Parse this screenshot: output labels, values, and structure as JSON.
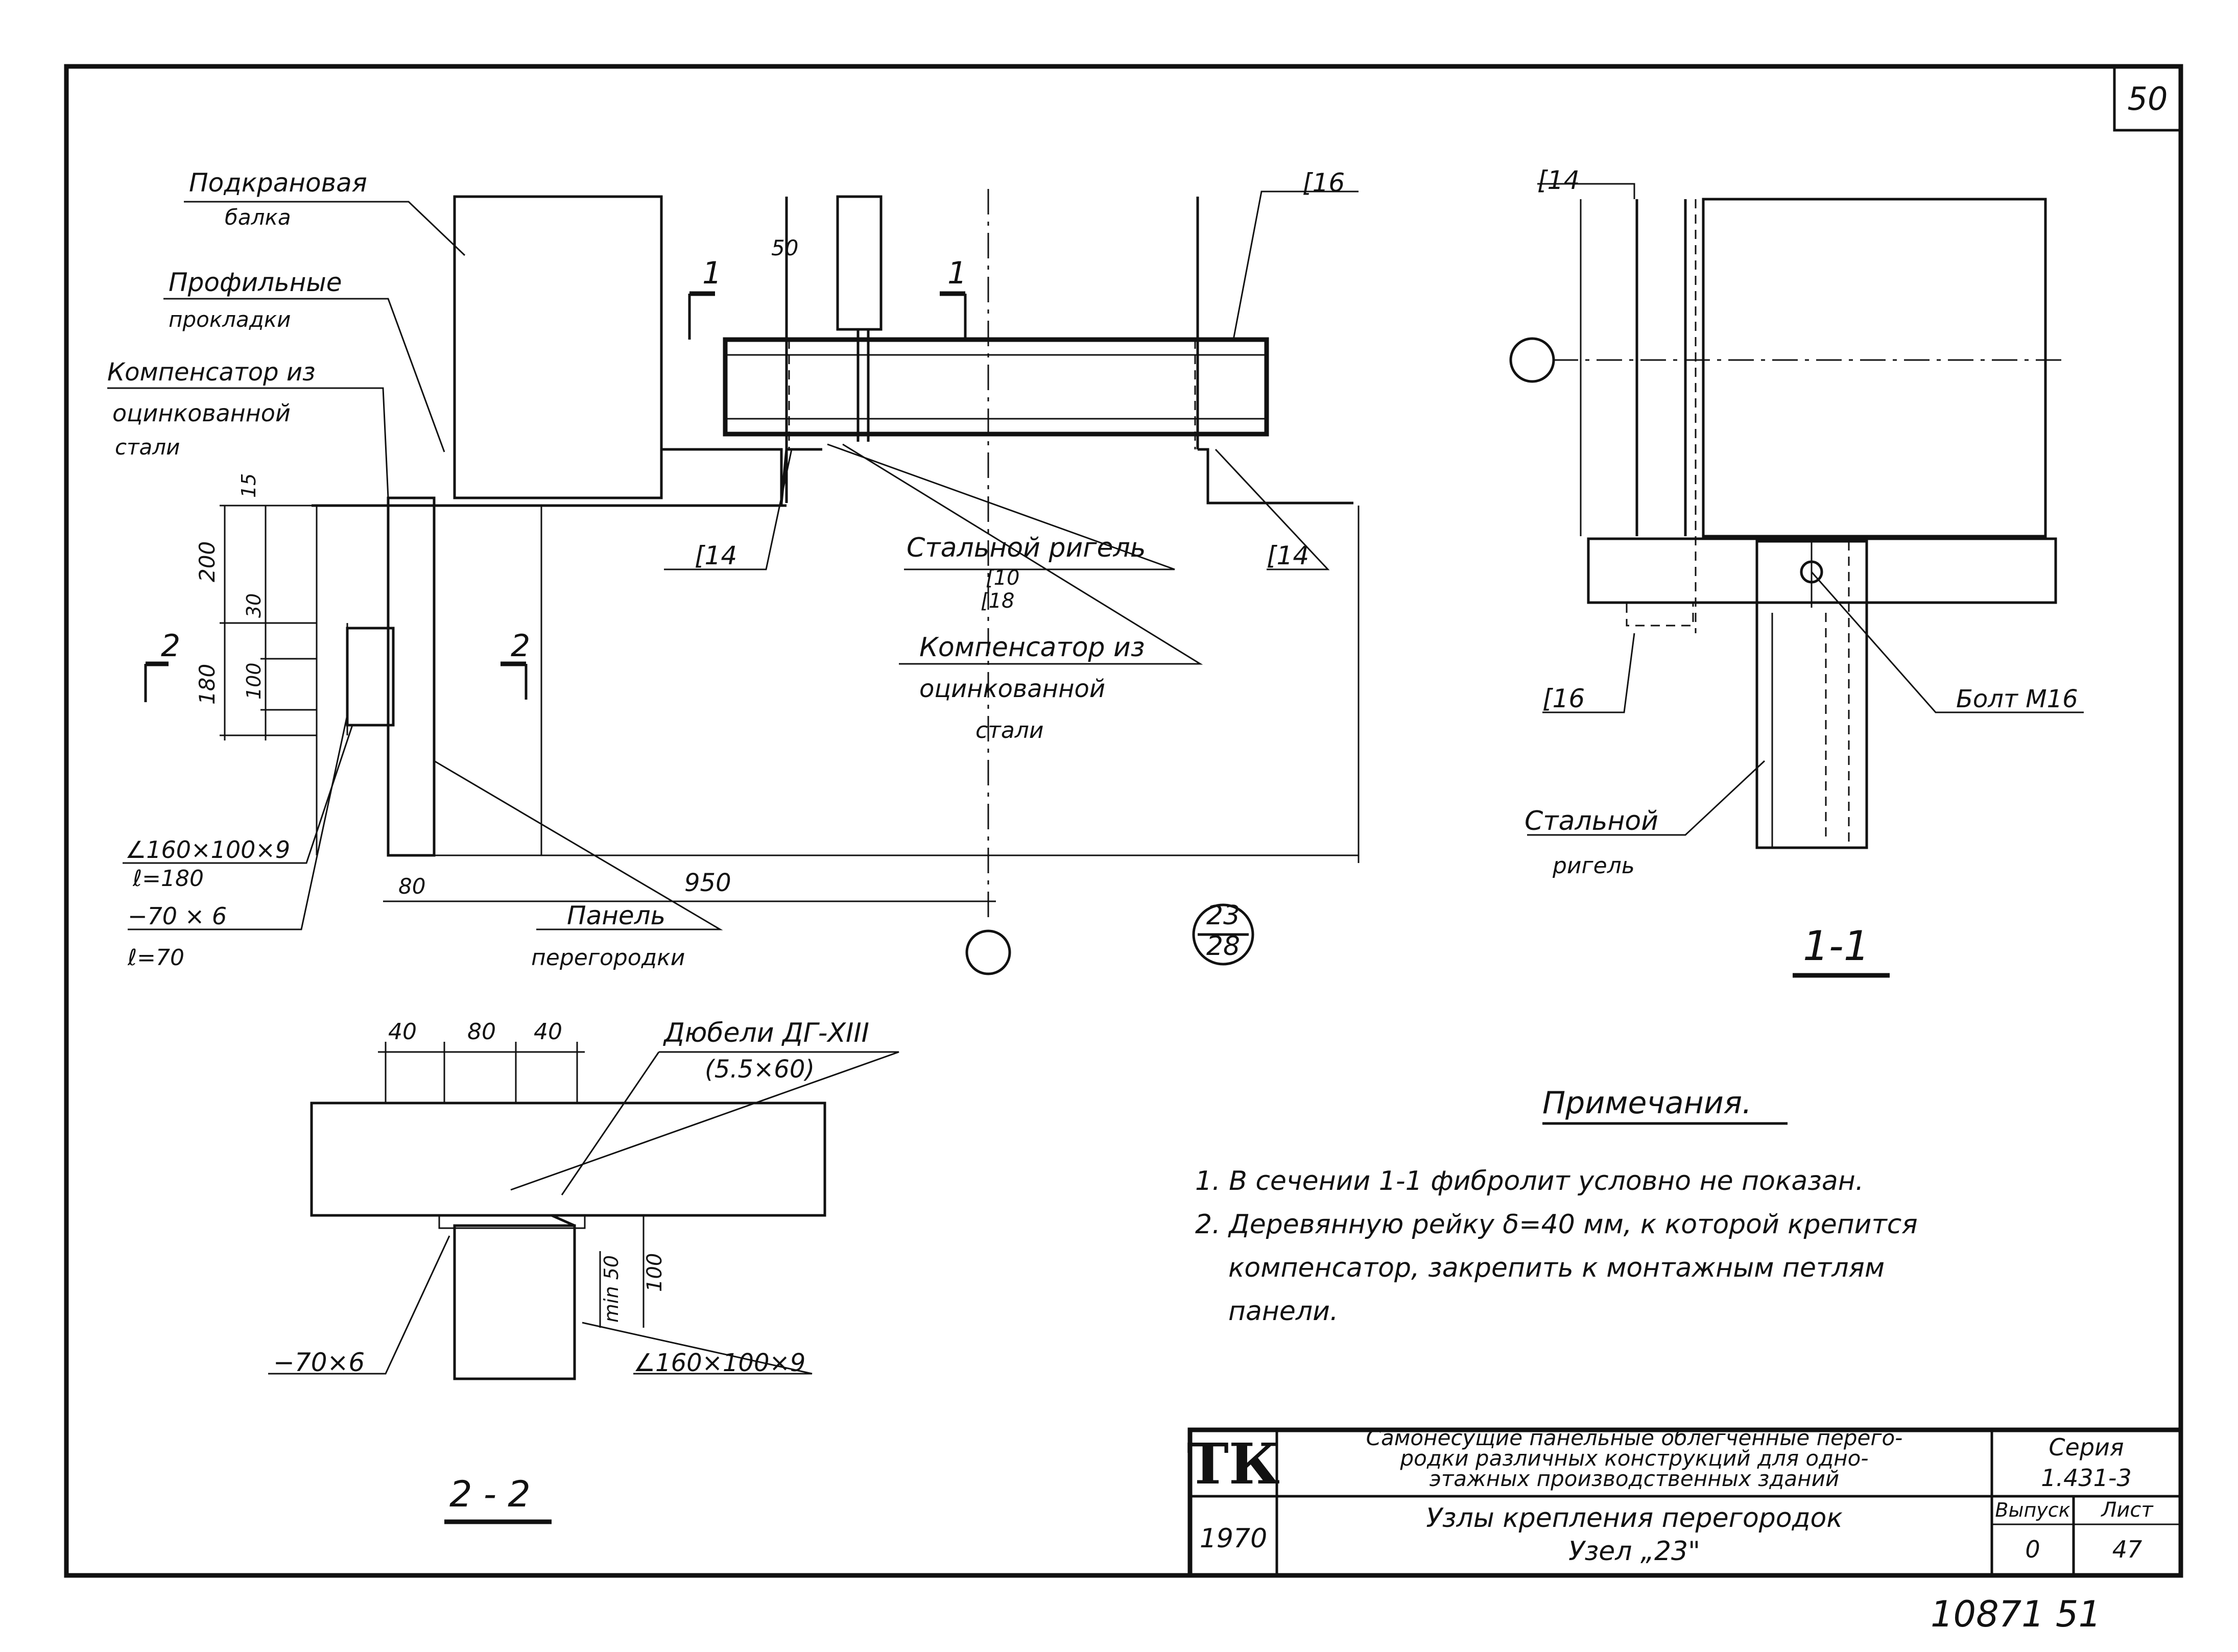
{
  "sheet_number": "50",
  "labels": {
    "crane_beam": [
      "Подкрановая",
      "балка"
    ],
    "profile_pads": [
      "Профильные",
      "прокладки"
    ],
    "compensator_left": [
      "Компенсатор из",
      "оцинкованной",
      "стали"
    ],
    "compensator_mid": [
      "Компенсатор из",
      "оцинкованной",
      "стали"
    ],
    "steel_rigel": "Стальной ригель",
    "steel_rigel_sizes": [
      "[10",
      "[18"
    ],
    "channel_c16_top": "[16",
    "channel_c14_left": "[14",
    "channel_c14_right": "[14",
    "angle_left": [
      "∠160×100×9",
      "ℓ=180"
    ],
    "plate_left": [
      "−70 × 6",
      "ℓ=70"
    ],
    "partition_panel": [
      "Панель",
      "перегородки"
    ],
    "dim_15": "15",
    "dim_200": "200",
    "dim_30": "30",
    "dim_100": "100",
    "dim_180": "180",
    "dim_80": "80",
    "dim_950": "950",
    "node_ref_top": "23",
    "node_ref_bottom": "28",
    "section_mark_1": "1",
    "section_mark_2": "2",
    "s11_c14": "[14",
    "s11_c16": "[16",
    "s11_bolt": "Болт М16",
    "s11_rigel": [
      "Стальной",
      "ригель"
    ],
    "s11_title": "1-1",
    "s22_dims": [
      "40",
      "80",
      "40"
    ],
    "s22_dowels": [
      "Дюбели ДГ-XIII",
      "(5.5×60)"
    ],
    "s22_dim_100": "100",
    "s22_dim_min50": "min 50",
    "s22_plate": "−70×6",
    "s22_angle": "∠160×100×9",
    "s22_title": "2 - 2"
  },
  "notes": {
    "heading": "Примечания.",
    "items": [
      "1. В сечении 1-1 фибролит условно не показан.",
      "2. Деревянную рейку δ=40 мм, к которой крепится",
      "компенсатор, закрепить к монтажным петлям",
      "панели."
    ]
  },
  "title_block": {
    "logo": "ТК",
    "year": "1970",
    "description": [
      "Самонесущие панельные облегченные перего-",
      "родки различных конструкций для одно-",
      "этажных производственных зданий"
    ],
    "sheet_title": [
      "Узлы крепления перегородок",
      "Узел „23\""
    ],
    "series_label": "Серия",
    "series_value": "1.431-3",
    "issue_label": "Выпуск",
    "issue_value": "0",
    "sheet_label": "Лист",
    "sheet_value": "47"
  },
  "stamp_number": "10871  51"
}
